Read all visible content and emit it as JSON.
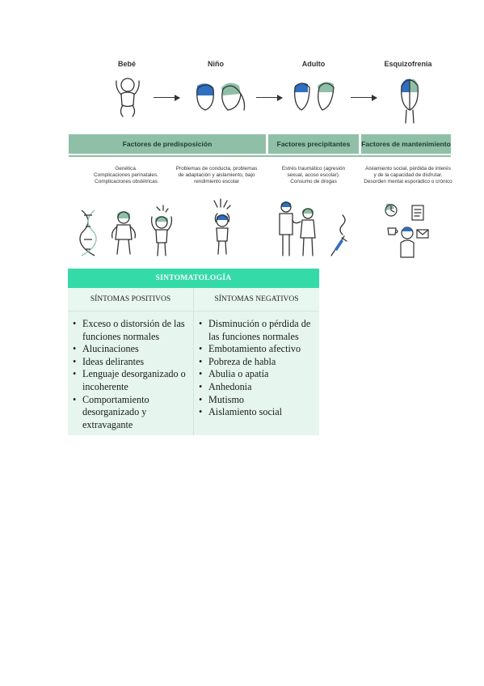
{
  "stages": [
    {
      "label": "Bebé"
    },
    {
      "label": "Niño"
    },
    {
      "label": "Adulto"
    },
    {
      "label": "Esquizofrenia"
    }
  ],
  "bars": {
    "predisposicion": "Factores de predisposición",
    "precipitantes": "Factores precipitantes",
    "mantenimiento": "Factores de mantenimiento"
  },
  "descriptions": {
    "genetica": [
      "Genética.",
      "Complicaciones perinatales.",
      "Complicaciones obstétricas"
    ],
    "conducta": [
      "Problemas de conducta, problemas",
      "de adaptación y aislamiento, bajo",
      "rendimiento escolar"
    ],
    "estres": [
      "Estrés traumático (agresión",
      "sexual, acoso escolar).",
      "Consumo de drogas"
    ],
    "aislamiento": [
      "Aislamiento social, pérdida de interés",
      "y de la capacidad de disfrutar.",
      "Desorden mental esporádico o crónico"
    ]
  },
  "table": {
    "title": "SINTOMATOLOGÍA",
    "positive_header": "SÍNTOMAS POSITIVOS",
    "negative_header": "SÍNTOMAS NEGATIVOS",
    "positive": [
      "Exceso o distorsión de las funciones normales",
      "Alucinaciones",
      "Ideas delirantes",
      "Lenguaje desorganizado o incoherente",
      "Comportamiento desorganizado y extravagante"
    ],
    "negative": [
      "Disminución o pérdida de las funciones normales",
      "Embotamiento afectivo",
      "Pobreza de habla",
      "Abulia o apatía",
      "Anhedonia",
      "Mutismo",
      "Aislamiento social"
    ]
  },
  "colors": {
    "bar": "#8fc0a7",
    "table_title": "#34dba8",
    "table_body": "#e6f6ef",
    "icon_blue": "#2f6fc0",
    "icon_green": "#8fc0a7"
  }
}
